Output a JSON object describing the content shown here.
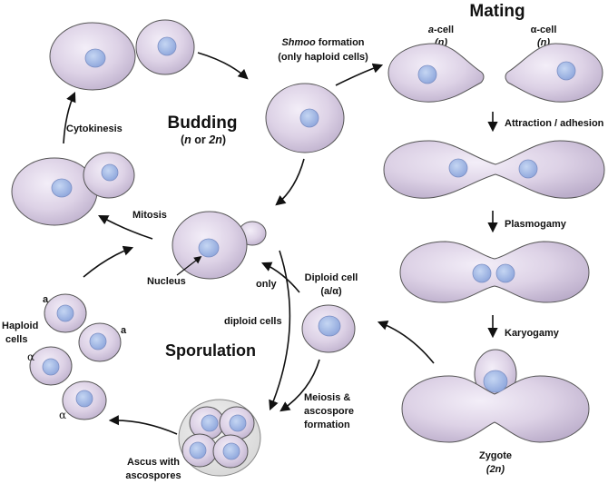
{
  "budding": {
    "title": "Budding",
    "subtitle_pre": "(",
    "subtitle_n": "n",
    "subtitle_mid": " or ",
    "subtitle_2n": "2n",
    "subtitle_post": ")"
  },
  "labels": {
    "cytokinesis": "Cytokinesis",
    "mitosis": "Mitosis",
    "nucleus": "Nucleus",
    "shmoo_italic": "Shmoo",
    "shmoo_rest": " formation",
    "shmoo_line2": "(only haploid cells)",
    "only_line1": "only",
    "only_line2": "diploid cells",
    "diploid_line1": "Diploid cell",
    "diploid_line2": "(a/α)",
    "meiosis_line1": "Meiosis &",
    "meiosis_line2": "ascospore",
    "meiosis_line3": "formation",
    "ascus_line1": "Ascus with",
    "ascus_line2": "ascospores",
    "haploid_line1": "Haploid",
    "haploid_line2": "cells"
  },
  "sporulation": {
    "title": "Sporulation"
  },
  "mating": {
    "title": "Mating",
    "a_cell_italic": "a",
    "a_cell_rest": "-cell",
    "a_cell_n": "(n)",
    "alpha_cell": "α-cell",
    "alpha_cell_n": "(n)",
    "attraction": "Attraction / adhesion",
    "plasmogamy": "Plasmogamy",
    "karyogamy": "Karyogamy",
    "zygote_line1": "Zygote",
    "zygote_line2": "(2n)"
  },
  "spore_marks": {
    "a1": "a",
    "a2": "a",
    "alpha1": "α",
    "alpha2": "α"
  }
}
